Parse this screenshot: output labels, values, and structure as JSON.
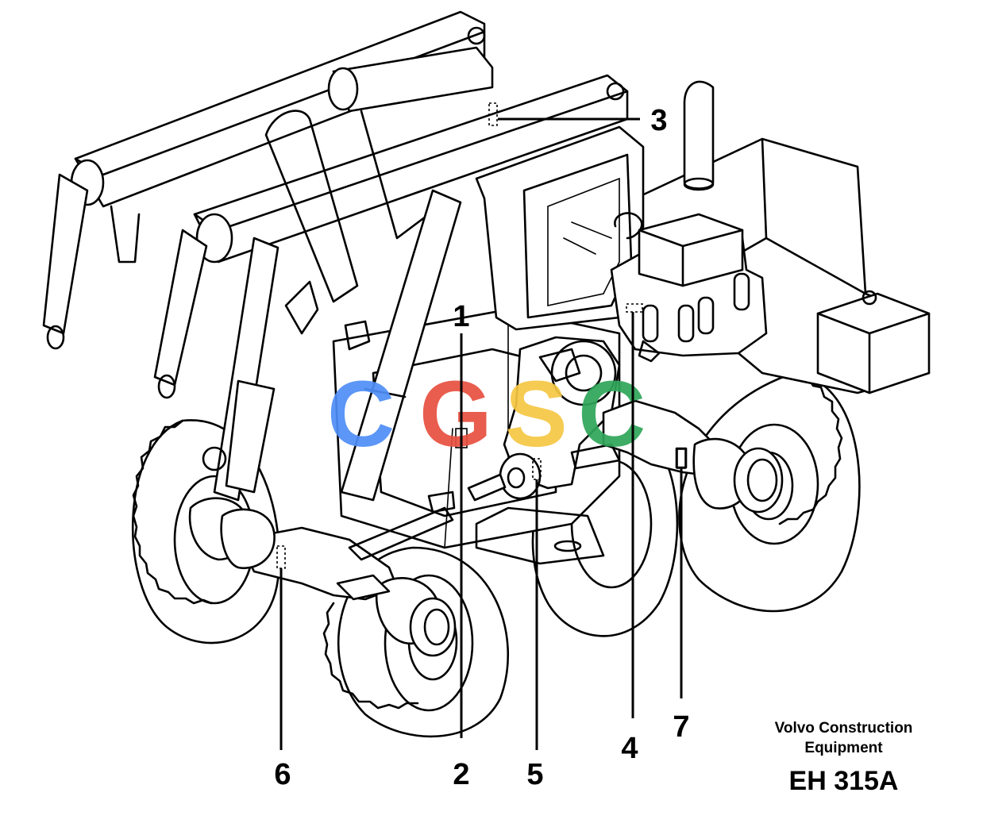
{
  "callouts": [
    {
      "id": "1",
      "label": "1"
    },
    {
      "id": "2",
      "label": "2"
    },
    {
      "id": "3",
      "label": "3"
    },
    {
      "id": "4",
      "label": "4"
    },
    {
      "id": "5",
      "label": "5"
    },
    {
      "id": "6",
      "label": "6"
    },
    {
      "id": "7",
      "label": "7"
    }
  ],
  "credit": {
    "line1": "Volvo Construction",
    "line2": "Equipment",
    "drawing_code": "EH 315A"
  },
  "watermark": {
    "text": "CGSC",
    "letters": [
      "C",
      "G",
      "S",
      "C"
    ],
    "colors": [
      "#4f8ef7",
      "#e8503f",
      "#f6c744",
      "#2fa65a"
    ]
  }
}
